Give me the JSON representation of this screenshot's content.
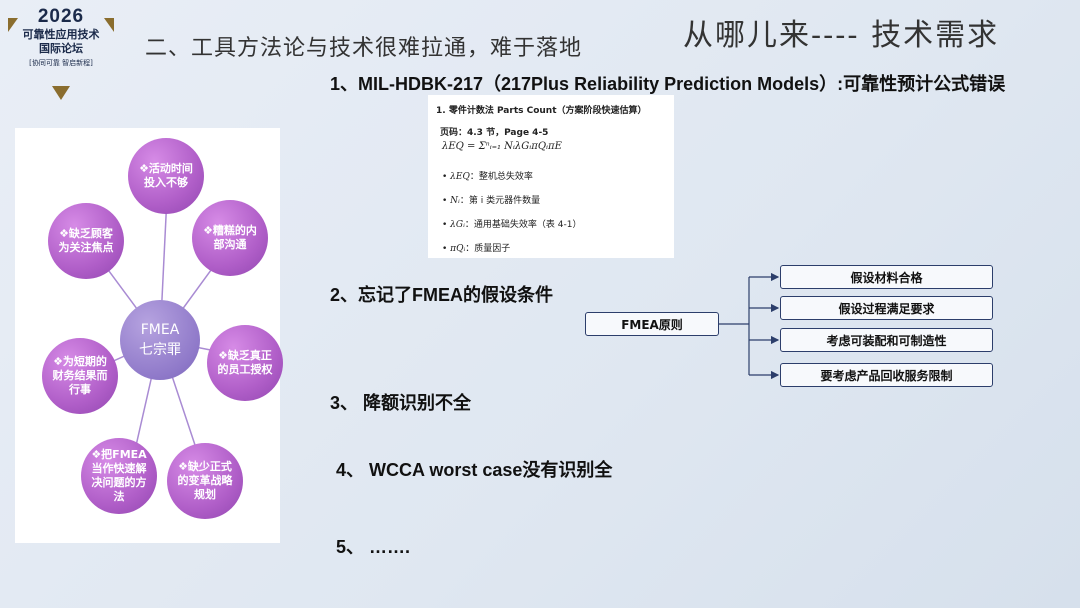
{
  "logo": {
    "year": "2026",
    "forum_line1": "可靠性应用技术",
    "forum_line2": "国际论坛",
    "slogan": "[协同可靠 智启新程]"
  },
  "header": {
    "subtitle": "二、工具方法论与技术很难拉通，难于落地",
    "title": "从哪儿来---- 技术需求"
  },
  "items": [
    "1、MIL-HDBK-217（217Plus Reliability Prediction Models）:可靠性预计公式错误",
    "2、忘记了FMEA的假设条件",
    "3、 降额识别不全",
    "4、 WCCA worst case没有识别全",
    "5、 ……."
  ],
  "formula": {
    "heading": "1. 零件计数法 Parts Count（方案阶段快速估算）",
    "page_ref": "页码：4.3 节，Page 4-5",
    "equation": "λEQ = Σⁿᵢ₌₁ NᵢλGᵢπQᵢπE",
    "definitions": [
      {
        "sym": "λEQ",
        "text": "：整机总失效率"
      },
      {
        "sym": "Nᵢ",
        "text": "：第 i 类元器件数量"
      },
      {
        "sym": "λGᵢ",
        "text": "：通用基础失效率（表 4-1）"
      },
      {
        "sym": "πQᵢ",
        "text": "：质量因子"
      }
    ]
  },
  "fmea_sins": {
    "center_line1": "FMEA",
    "center_line2": "七宗罪",
    "petals": [
      "❖活动时间投入不够",
      "❖糟糕的内部沟通",
      "❖缺乏真正的员工授权",
      "❖缺少正式的变革战略规划",
      "❖把FMEA当作快速解决问题的方法",
      "❖为短期的财务结果而行事",
      "❖缺乏顾客为关注焦点"
    ]
  },
  "fmea_principles": {
    "root": "FMEA原则",
    "leaves": [
      "假设材料合格",
      "假设过程满足要求",
      "考虑可装配和可制造性",
      "要考虑产品回收服务限制"
    ]
  },
  "colors": {
    "accent_navy": "#2c3e6b",
    "petal_purple": "#b05ec8",
    "center_purple": "#8f79c9",
    "logo_gold": "#8a6d2e"
  }
}
